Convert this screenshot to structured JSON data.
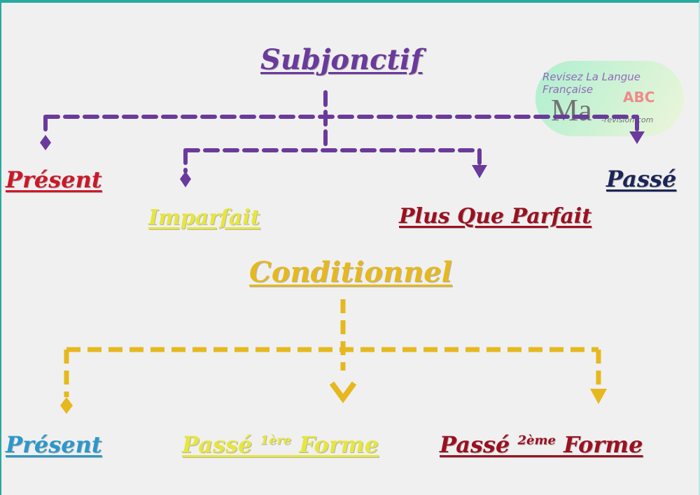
{
  "colors": {
    "subjonctif": "#6a3a9c",
    "conditionnel": "#e6b81e",
    "red": "#cc1828",
    "navy": "#1c2658",
    "yellow": "#e6e63c",
    "darkred": "#9c1020",
    "blue": "#2a98cc"
  },
  "subjonctif": {
    "title": "Subjonctif",
    "branches": [
      "Présent",
      "Imparfait",
      "Plus Que Parfait",
      "Passé"
    ]
  },
  "conditionnel": {
    "title": "Conditionnel",
    "branches": [
      {
        "label": "Présent"
      },
      {
        "label_a": "Passé ",
        "sup": "1ère",
        "label_b": " Forme"
      },
      {
        "label_a": "Passé ",
        "sup": "2ème",
        "label_b": " Forme"
      }
    ]
  },
  "logo": {
    "tagline": "Revisez La Langue Française",
    "text": "Ma",
    "abc": "ABC",
    "domain": "-revision.com"
  }
}
